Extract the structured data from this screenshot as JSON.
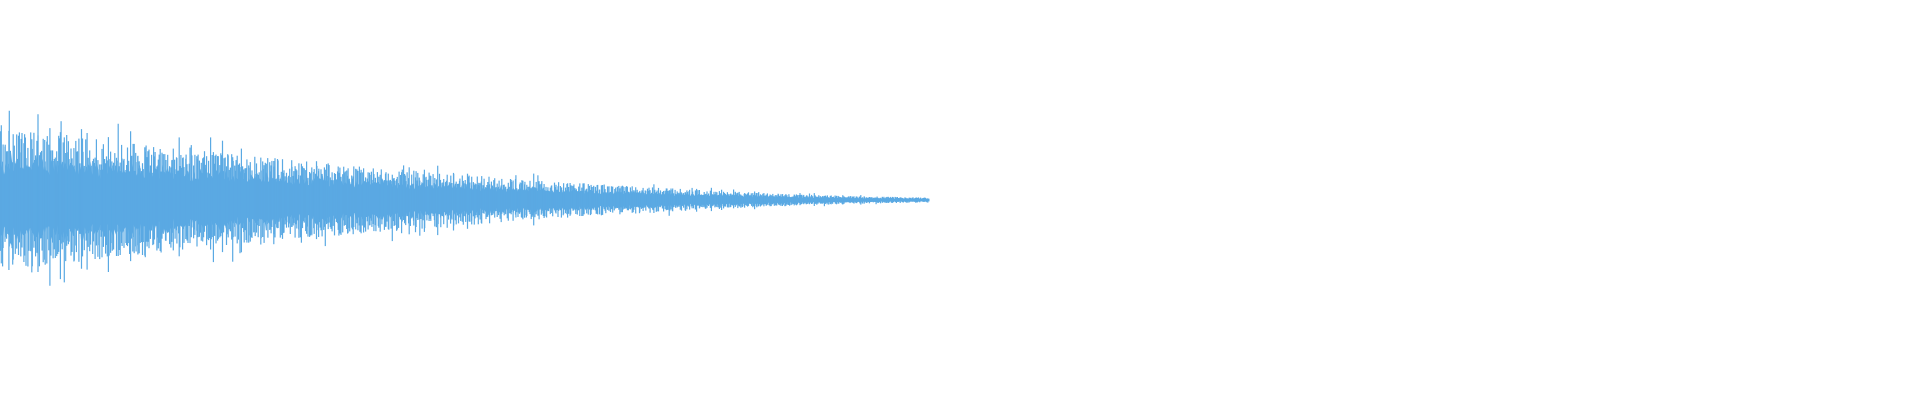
{
  "colors": {
    "background": "#ffffff",
    "waveform": "#5aa9e3"
  },
  "waveform": {
    "type": "audio-waveform",
    "seed": 4127,
    "sample_count": 930,
    "end_fraction": 0.484,
    "peak_amplitude": 0.31,
    "tail_amplitude": 0.012,
    "baseline": 0.5
  }
}
